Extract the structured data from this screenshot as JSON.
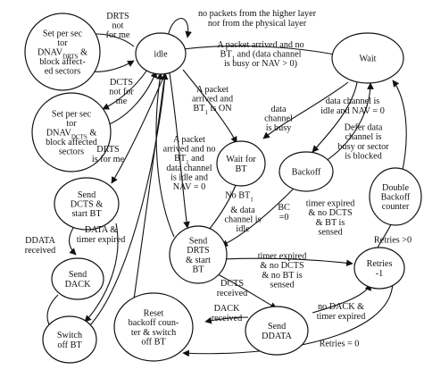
{
  "nodes": {
    "idle": {
      "lines": [
        [
          {
            "t": "idle"
          }
        ]
      ]
    },
    "wait": {
      "lines": [
        [
          {
            "t": "Wait"
          }
        ]
      ]
    },
    "set_drts": {
      "lines": [
        [
          {
            "t": "Set per sec"
          }
        ],
        [
          {
            "t": "tor"
          }
        ],
        [
          {
            "t": "DNAV"
          },
          {
            "t": "DRTS",
            "sub": true
          },
          {
            "t": " &"
          }
        ],
        [
          {
            "t": "block affect-"
          }
        ],
        [
          {
            "t": "ed sectors"
          }
        ]
      ]
    },
    "set_dcts": {
      "lines": [
        [
          {
            "t": "Set per sec"
          }
        ],
        [
          {
            "t": "tor"
          }
        ],
        [
          {
            "t": "DNAV"
          },
          {
            "t": "DCTS",
            "sub": true
          },
          {
            "t": " &"
          }
        ],
        [
          {
            "t": "block affected"
          }
        ],
        [
          {
            "t": "sectors"
          }
        ]
      ]
    },
    "send_dcts": {
      "lines": [
        [
          {
            "t": "Send"
          }
        ],
        [
          {
            "t": "DCTS &"
          }
        ],
        [
          {
            "t": "start BT"
          }
        ]
      ]
    },
    "send_dack": {
      "lines": [
        [
          {
            "t": "Send"
          }
        ],
        [
          {
            "t": "DACK"
          }
        ]
      ]
    },
    "switch_off": {
      "lines": [
        [
          {
            "t": "Switch"
          }
        ],
        [
          {
            "t": "off BT"
          }
        ]
      ]
    },
    "wait_bt": {
      "lines": [
        [
          {
            "t": "Wait for"
          }
        ],
        [
          {
            "t": "BT"
          }
        ]
      ]
    },
    "backoff": {
      "lines": [
        [
          {
            "t": "Backoff"
          }
        ]
      ]
    },
    "double_backoff": {
      "lines": [
        [
          {
            "t": "Double"
          }
        ],
        [
          {
            "t": "Backoff"
          }
        ],
        [
          {
            "t": "counter"
          }
        ]
      ]
    },
    "send_drts": {
      "lines": [
        [
          {
            "t": "Send"
          }
        ],
        [
          {
            "t": "DRTS"
          }
        ],
        [
          {
            "t": "& start"
          }
        ],
        [
          {
            "t": "BT"
          }
        ]
      ]
    },
    "retries": {
      "lines": [
        [
          {
            "t": "Retries"
          }
        ],
        [
          {
            "t": "-1"
          }
        ]
      ]
    },
    "reset": {
      "lines": [
        [
          {
            "t": "Reset"
          }
        ],
        [
          {
            "t": "backoff coun-"
          }
        ],
        [
          {
            "t": "ter & switch"
          }
        ],
        [
          {
            "t": "off BT"
          }
        ]
      ]
    },
    "send_ddata": {
      "lines": [
        [
          {
            "t": "Send"
          }
        ],
        [
          {
            "t": "DDATA"
          }
        ]
      ]
    }
  },
  "edge_labels": {
    "drts_not_for_me": {
      "lines": [
        [
          {
            "t": "DRTS"
          }
        ],
        [
          {
            "t": "not"
          }
        ],
        [
          {
            "t": "for me"
          }
        ]
      ]
    },
    "no_packets": {
      "lines": [
        [
          {
            "t": "no packets from the higher layer"
          }
        ],
        [
          {
            "t": "nor from the physical layer"
          }
        ]
      ]
    },
    "packet_no_bt_busy": {
      "lines": [
        [
          {
            "t": "A packet arrived and no"
          }
        ],
        [
          {
            "t": "BT"
          },
          {
            "t": "1",
            "sub": true
          },
          {
            "t": " and (data channel"
          }
        ],
        [
          {
            "t": "is busy or NAV > 0)"
          }
        ]
      ]
    },
    "dcts_not_for_me": {
      "lines": [
        [
          {
            "t": "DCTS"
          }
        ],
        [
          {
            "t": "not for"
          }
        ],
        [
          {
            "t": "me"
          }
        ]
      ]
    },
    "packet_bt_on": {
      "lines": [
        [
          {
            "t": "A packet"
          }
        ],
        [
          {
            "t": "arrived and"
          }
        ],
        [
          {
            "t": "BT"
          },
          {
            "t": "1",
            "sub": true
          },
          {
            "t": " is ON"
          }
        ]
      ]
    },
    "data_channel_busy": {
      "lines": [
        [
          {
            "t": "data"
          }
        ],
        [
          {
            "t": "channel"
          }
        ],
        [
          {
            "t": "is busy"
          }
        ]
      ]
    },
    "data_idle_nav0": {
      "lines": [
        [
          {
            "t": "data channel is"
          }
        ],
        [
          {
            "t": "idle and NAV = 0"
          }
        ]
      ]
    },
    "defer": {
      "lines": [
        [
          {
            "t": "Defer data"
          }
        ],
        [
          {
            "t": "channel is"
          }
        ],
        [
          {
            "t": "busy or sector"
          }
        ],
        [
          {
            "t": "is blocked"
          }
        ]
      ]
    },
    "drts_for_me": {
      "lines": [
        [
          {
            "t": "DRTS"
          }
        ],
        [
          {
            "t": "is for me"
          }
        ]
      ]
    },
    "packet_no_bt_idle": {
      "lines": [
        [
          {
            "t": "A packet"
          }
        ],
        [
          {
            "t": "arrived and no"
          }
        ],
        [
          {
            "t": "BT"
          },
          {
            "t": "1",
            "sub": true
          },
          {
            "t": " and"
          }
        ],
        [
          {
            "t": "data channel"
          }
        ],
        [
          {
            "t": "is idle and"
          }
        ],
        [
          {
            "t": "NAV = 0"
          }
        ]
      ]
    },
    "no_bt1": {
      "lines": [
        [
          {
            "t": "No BT"
          },
          {
            "t": "1",
            "sub": true
          }
        ]
      ]
    },
    "data_channel_idle": {
      "lines": [
        [
          {
            "t": "& data"
          }
        ],
        [
          {
            "t": "channel is"
          }
        ],
        [
          {
            "t": "idle"
          }
        ]
      ]
    },
    "bc0": {
      "lines": [
        [
          {
            "t": "BC"
          }
        ],
        [
          {
            "t": "=0"
          }
        ]
      ]
    },
    "timer_expired_1": {
      "lines": [
        [
          {
            "t": "timer expired"
          }
        ],
        [
          {
            "t": "& no DCTS"
          }
        ],
        [
          {
            "t": "& BT is"
          }
        ],
        [
          {
            "t": "sensed"
          }
        ]
      ]
    },
    "ddata_received": {
      "lines": [
        [
          {
            "t": "DDATA"
          }
        ],
        [
          {
            "t": "received"
          }
        ]
      ]
    },
    "data_timer": {
      "lines": [
        [
          {
            "t": "DATA &"
          }
        ],
        [
          {
            "t": "timer expired"
          }
        ]
      ]
    },
    "retries_gt0": {
      "lines": [
        [
          {
            "t": "Retries >0"
          }
        ]
      ]
    },
    "timer_expired_2": {
      "lines": [
        [
          {
            "t": "timer expired"
          }
        ],
        [
          {
            "t": "& no DCTS"
          }
        ],
        [
          {
            "t": "& no BT is"
          }
        ],
        [
          {
            "t": "sensed"
          }
        ]
      ]
    },
    "dcts_received": {
      "lines": [
        [
          {
            "t": "DCTS"
          }
        ],
        [
          {
            "t": "received"
          }
        ]
      ]
    },
    "dack_received": {
      "lines": [
        [
          {
            "t": "DACK"
          }
        ],
        [
          {
            "t": "received"
          }
        ]
      ]
    },
    "no_dack_timer": {
      "lines": [
        [
          {
            "t": "no DACK &"
          }
        ],
        [
          {
            "t": "timer expired"
          }
        ]
      ]
    },
    "retries_eq0": {
      "lines": [
        [
          {
            "t": "Retries = 0"
          }
        ]
      ]
    }
  }
}
